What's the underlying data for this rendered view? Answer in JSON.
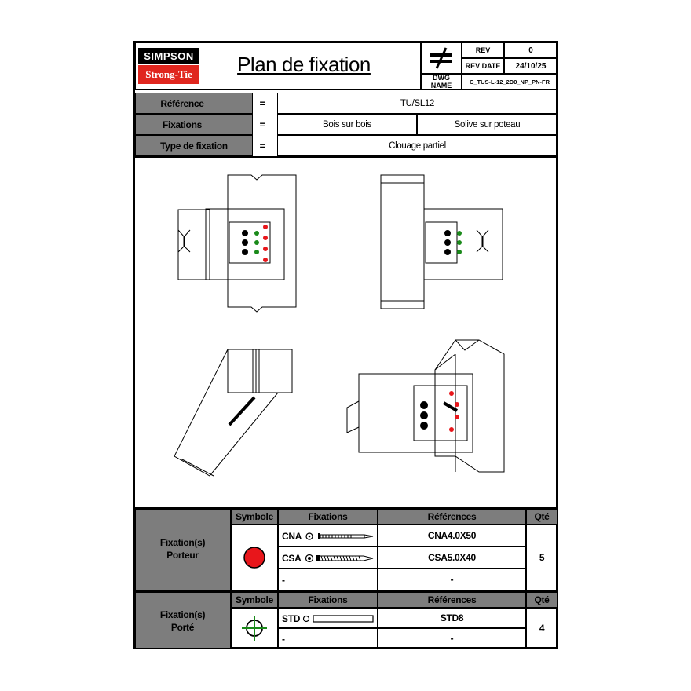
{
  "header": {
    "logo_top": "SIMPSON",
    "logo_bottom": "Strong-Tie",
    "title": "Plan de fixation",
    "rev_label": "REV",
    "rev_value": "0",
    "rev_date_label": "REV DATE",
    "rev_date_value": "24/10/25",
    "dwg_name_label": "DWG NAME",
    "dwg_name_value": "C_TUS-L-12_2D0_NP_PN-FR"
  },
  "info": {
    "reference_label": "Référence",
    "reference_value": "TU/SL12",
    "fixations_label": "Fixations",
    "fixations_value_1": "Bois sur bois",
    "fixations_value_2": "Solive sur poteau",
    "type_label": "Type de fixation",
    "type_value": "Clouage partiel",
    "equals": "="
  },
  "porteur": {
    "label_line1": "Fixation(s)",
    "label_line2": "Porteur",
    "col_symbole": "Symbole",
    "col_fixations": "Fixations",
    "col_references": "Références",
    "col_qte": "Qté",
    "symbol_color": "#e8161b",
    "rows": [
      {
        "fixation": "CNA",
        "reference": "CNA4.0X50",
        "icon": "nail-icon"
      },
      {
        "fixation": "CSA",
        "reference": "CSA5.0X40",
        "icon": "screw-icon"
      },
      {
        "fixation": "-",
        "reference": "-"
      }
    ],
    "qte": "5"
  },
  "porte": {
    "label_line1": "Fixation(s)",
    "label_line2": "Porté",
    "col_symbole": "Symbole",
    "col_fixations": "Fixations",
    "col_references": "Références",
    "col_qte": "Qté",
    "symbol_color": "#1a8a1a",
    "rows": [
      {
        "fixation": "STD",
        "reference": "STD8",
        "icon": "dowel-icon"
      },
      {
        "fixation": "-",
        "reference": "-"
      }
    ],
    "qte": "4"
  }
}
